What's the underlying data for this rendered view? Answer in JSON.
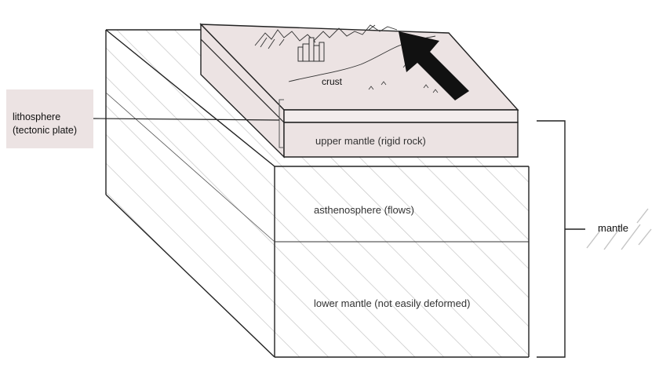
{
  "labels": {
    "crust": "crust",
    "upper_mantle": "upper mantle (rigid rock)",
    "asthenosphere": "asthenosphere (flows)",
    "lower_mantle": "lower mantle (not easily deformed)",
    "lithosphere_line1": "lithosphere",
    "lithosphere_line2": "(tectonic plate)",
    "mantle": "mantle"
  },
  "icons": {
    "city": "city-buildings-icon",
    "plate_motion": "plate-motion-arrow-icon",
    "mountains": "mountain-range-icon"
  },
  "colors": {
    "lithosphere_fill": "#ece3e3",
    "outline": "#222222",
    "hatch": "#c4c4c4",
    "arrow": "#111111"
  }
}
